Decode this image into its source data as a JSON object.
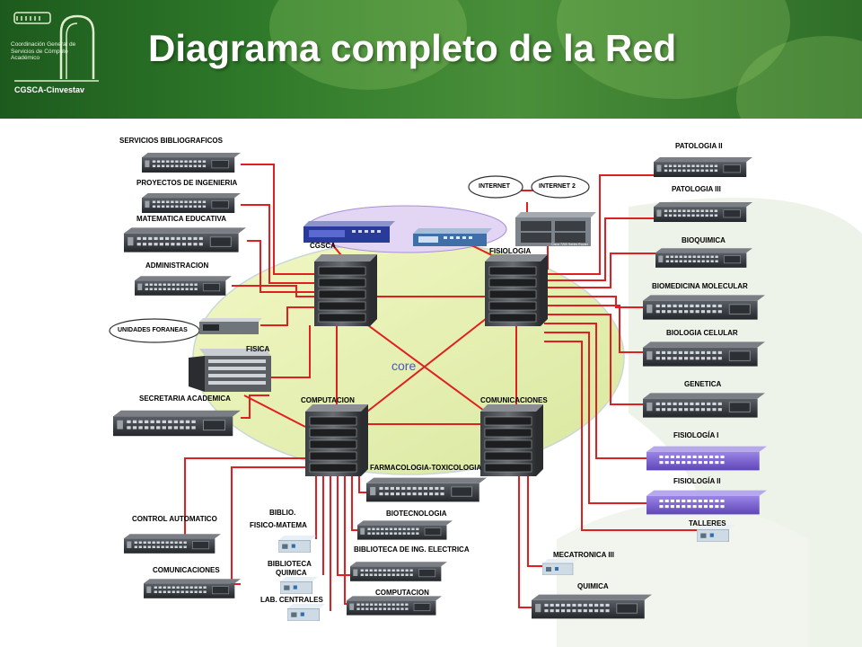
{
  "header": {
    "title": "Diagrama completo de la Red",
    "logo_text": "Coordinación General de Servicios de Cómputo Académico",
    "logo_name": "CGSCA-Cinvestav"
  },
  "diagram": {
    "core_label": "core",
    "core_nodes": [
      "CGSCA",
      "FISIOLOGIA",
      "COMPUTACION",
      "COMUNICACIONES"
    ],
    "left_nodes": [
      "SERVICIOS BIBLIOGRAFICOS",
      "PROYECTOS DE INGENIERIA",
      "MATEMATICA EDUCATIVA",
      "ADMINISTRACION",
      "FISICA",
      "SECRETARIA ACADEMICA"
    ],
    "clouds": [
      "INTERNET",
      "INTERNET 2",
      "UNIDADES FORANEAS"
    ],
    "router_label": "Cisco 7200 Series Router",
    "right_nodes": [
      "PATOLOGIA II",
      "PATOLOGIA III",
      "BIOQUIMICA",
      "BIOMEDICINA MOLECULAR",
      "BIOLOGIA CELULAR",
      "GENETICA",
      "FISIOLOGÍA I",
      "FISIOLOGÍA II",
      "TALLERES"
    ],
    "bottom_nodes": [
      "FARMACOLOGIA-TOXICOLOGIA",
      "BIOTECNOLOGIA",
      "BIBLIOTECA DE ING. ELECTRICA",
      "COMPUTACION",
      "MECATRONICA III",
      "QUIMICA"
    ],
    "bottom_left_nodes": [
      "CONTROL AUTOMATICO",
      "COMUNICACIONES"
    ],
    "small_devices": [
      "BIBLIO.",
      "FISICO-MATEMA",
      "BIBLIOTECA",
      "QUIMICA",
      "LAB. CENTRALES"
    ]
  },
  "colors": {
    "link": "#e02020",
    "core_zone": "#e6f0a8",
    "border_zone": "#c8d8e8",
    "purple_switch": "#7b5fd0"
  }
}
